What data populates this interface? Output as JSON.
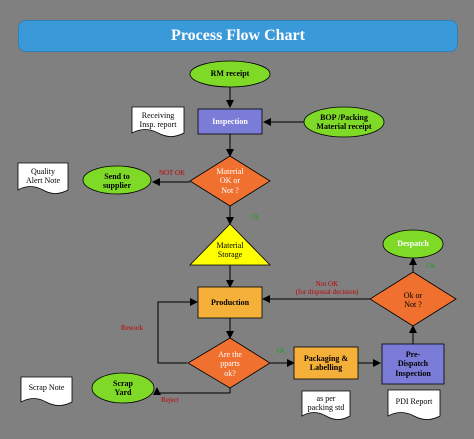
{
  "title": "Process Flow Chart",
  "nodes": {
    "rm_receipt": "RM receipt",
    "inspection": "Inspection",
    "bop_packing": "BOP /Packing\nMaterial receipt",
    "material_ok": "Material\nOK or\nNot ?",
    "send_to_supplier": "Send to\nsupplier",
    "material_storage": "Material\nStorage",
    "production": "Production",
    "ok_or_not": "Ok or\nNot ?",
    "despatch": "Despatch",
    "are_parts_ok": "Are the\npparts\nok?",
    "packaging_labelling": "Packaging &\nLabelling",
    "pre_dispatch": "Pre-\nDispatch\nInspection",
    "scrap_yard": "Scrap\nYard"
  },
  "documents": {
    "receiving_report": "Receiving\nInsp. report",
    "quality_alert": "Quality\nAlert Note",
    "scrap_note": "Scrap Note",
    "as_per_packing": "as per\npacking std",
    "pdi_report": "PDI Report"
  },
  "edge_labels": {
    "not_ok": "NOT OK",
    "ok_1": "Ok",
    "not_ok_disposal": "Not OK\n(for disposal decision)",
    "rework": "Rework",
    "ok_2": "Ok",
    "reject": "Reject",
    "ok_3": "Ok"
  },
  "colors": {
    "background": "#808080",
    "title_bar": "#3a9ad9",
    "terminal": "#7fd927",
    "process_blue": "#7b7bd8",
    "decision": "#f07030",
    "storage": "#ffff00",
    "process_orange": "#f5b03a",
    "red_label": "#c00000",
    "green_label": "#1aa51a"
  }
}
